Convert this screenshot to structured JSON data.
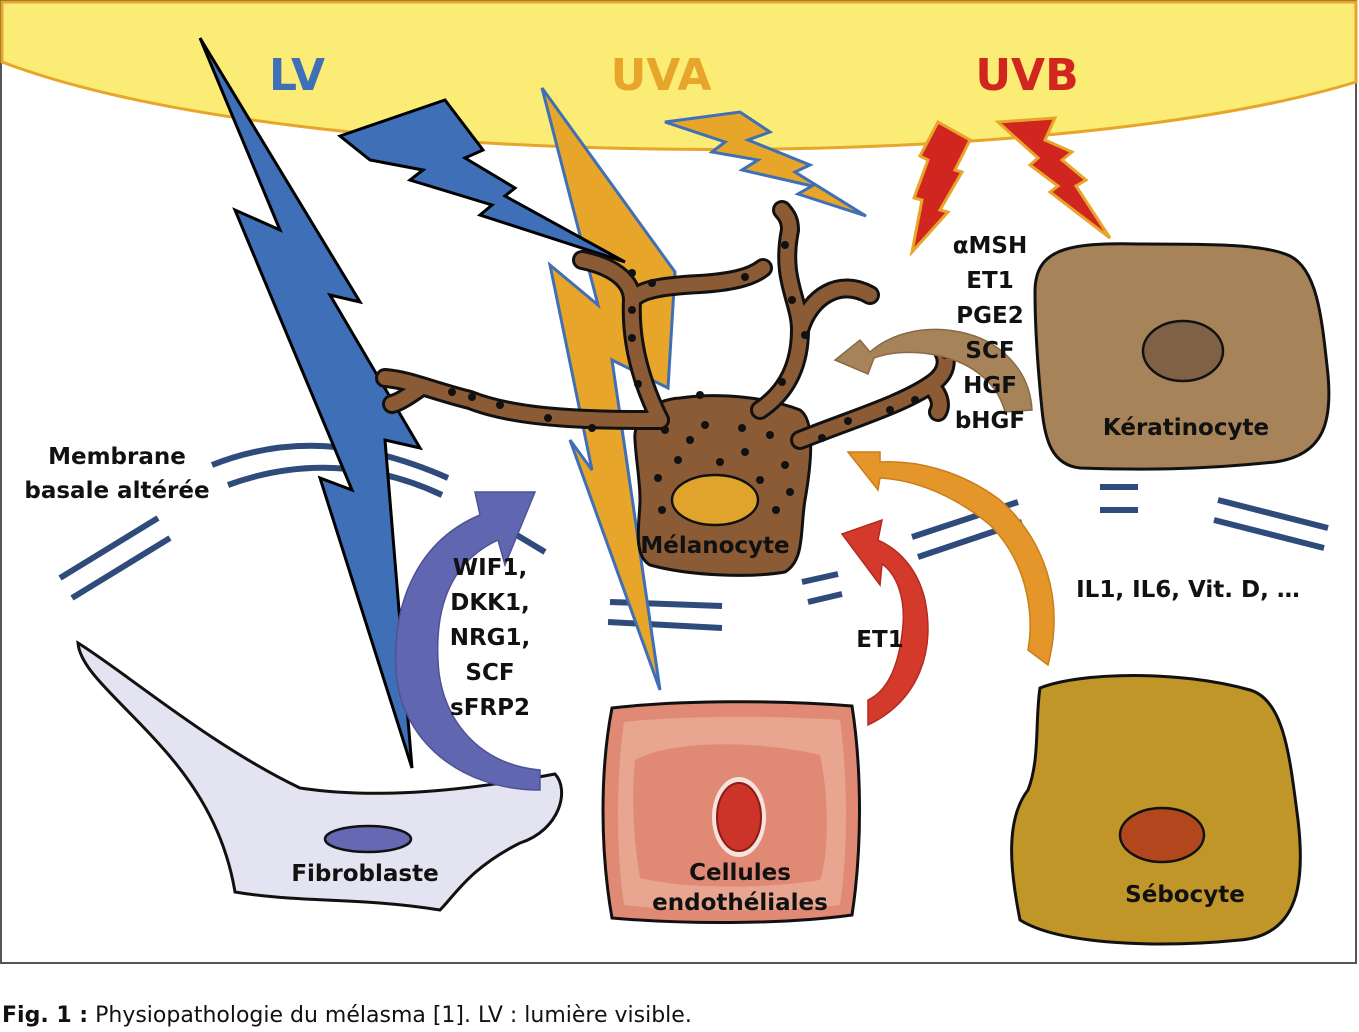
{
  "radiations": {
    "lv": {
      "label": "LV",
      "color": "#3f6fb6"
    },
    "uva": {
      "label": "UVA",
      "color": "#e7a52a"
    },
    "uvb": {
      "label": "UVB",
      "color": "#d0261f"
    }
  },
  "membrane_label": [
    "Membrane",
    "basale altérée"
  ],
  "cells": {
    "melanocyte": "Mélanocyte",
    "keratinocyte": "Kératinocyte",
    "fibroblast": "Fibroblaste",
    "endothelial": [
      "Cellules",
      "endothéliales"
    ],
    "sebocyte": "Sébocyte"
  },
  "keratinocyte_factors": [
    "αMSH",
    "ET1",
    "PGE2",
    "SCF",
    "HGF",
    "bHGF"
  ],
  "fibroblast_factors": [
    "WIF1,",
    "DKK1,",
    "NRG1,",
    "SCF",
    "sFRP2"
  ],
  "endothelial_factor": "ET1",
  "sebocyte_factors": "IL1, IL6, Vit. D, …",
  "caption": {
    "prefix": "Fig. 1 :",
    "text": " Physiopathologie du mélasma [1]. LV : lumière visible."
  }
}
